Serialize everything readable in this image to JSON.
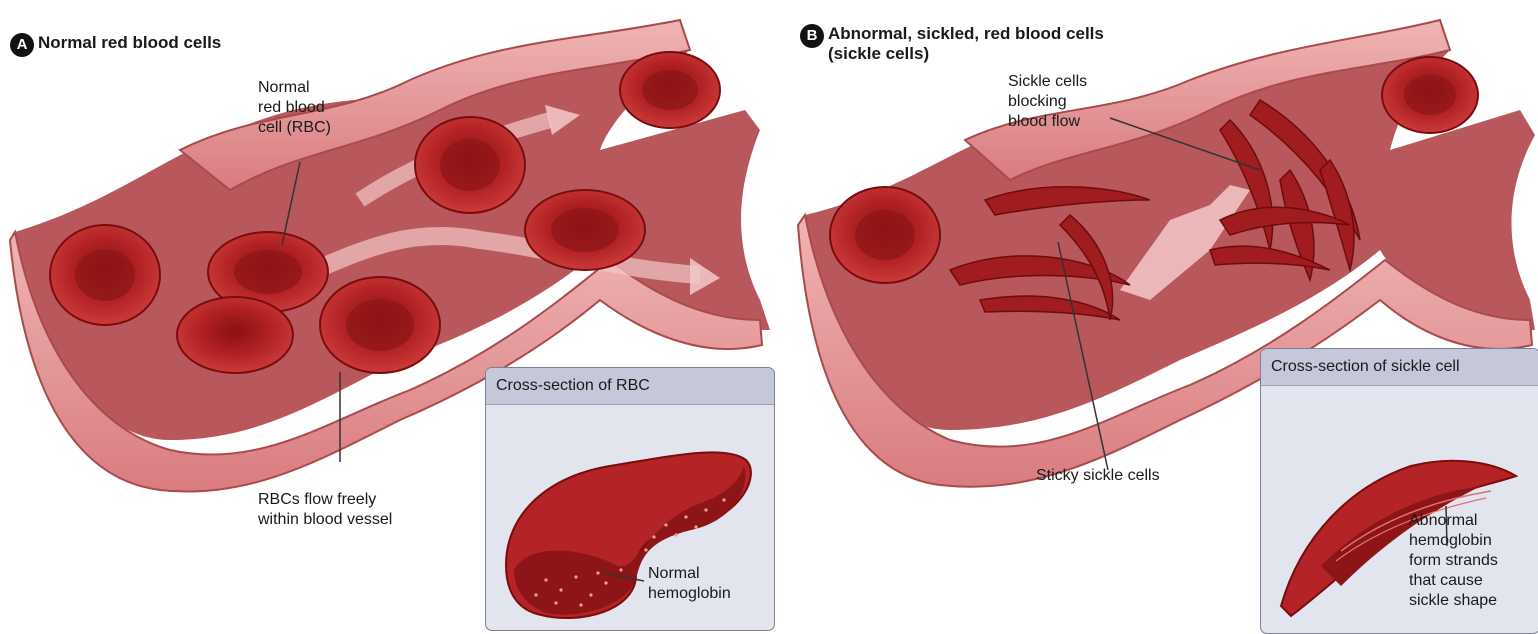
{
  "panel_a": {
    "badge": "A",
    "title": "Normal red blood cells",
    "label_rbc_line1": "Normal",
    "label_rbc_line2": "red blood",
    "label_rbc_line3": "cell (RBC)",
    "label_flow_line1": "RBCs flow freely",
    "label_flow_line2": "within blood vessel",
    "inset_title": "Cross-section of RBC",
    "inset_label_line1": "Normal",
    "inset_label_line2": "hemoglobin"
  },
  "panel_b": {
    "badge": "B",
    "title_line1": "Abnormal, sickled, red blood cells",
    "title_line2": "(sickle cells)",
    "label_block_line1": "Sickle cells",
    "label_block_line2": "blocking",
    "label_block_line3": "blood flow",
    "label_sticky": "Sticky sickle cells",
    "inset_title": "Cross-section of sickle cell",
    "inset_label_line1": "Abnormal",
    "inset_label_line2": "hemoglobin",
    "inset_label_line3": "form strands",
    "inset_label_line4": "that cause",
    "inset_label_line5": "sickle shape"
  },
  "colors": {
    "vessel_wall": "#e58f92",
    "vessel_inner": "#b8585d",
    "rbc": "#b01f1f",
    "inset_bg": "#e3e5ee"
  }
}
